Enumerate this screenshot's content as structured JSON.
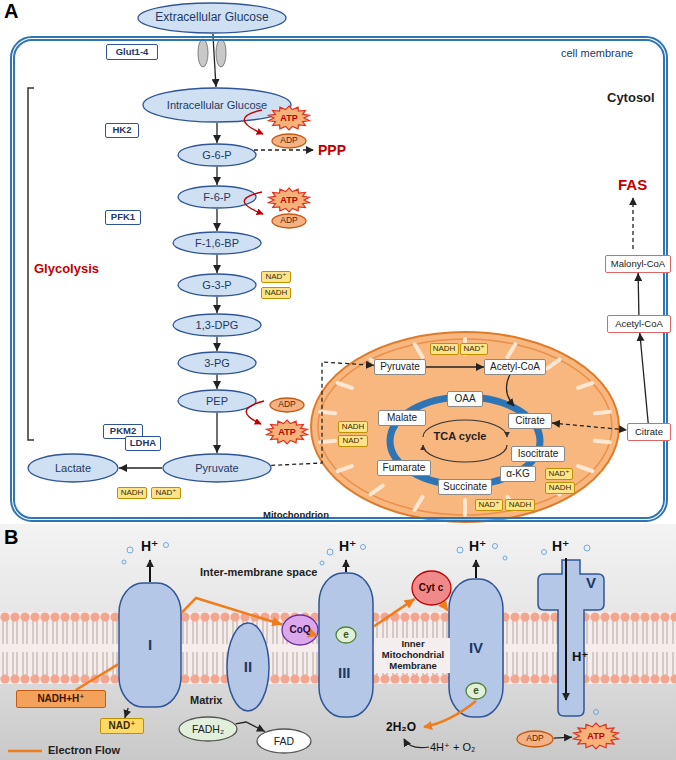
{
  "diagram": {
    "nodes": [
      {
        "text": [
          "Extracellular Glucose"
        ]
      },
      {
        "text": [
          "Glut1-4"
        ]
      },
      {
        "text": [
          "cell membrane",
          "Cytosol"
        ]
      },
      {
        "text": [
          "Intracellular Glucose"
        ],
        "in": 2
      },
      {
        "text": [
          "HK2"
        ],
        "in": 2
      },
      {
        "text": [
          "ATP"
        ],
        "in": 2
      },
      {
        "text": [
          "ADP"
        ],
        "in": 2
      },
      {
        "text": [
          "G-6-P"
        ],
        "in": 2
      },
      {
        "text": [
          "PFK1"
        ],
        "in": 2
      },
      {
        "text": [
          "F-6-P"
        ],
        "in": 2
      },
      {
        "text": [
          "ATP"
        ],
        "in": 2
      },
      {
        "text": [
          "ADP"
        ],
        "in": 2
      },
      {
        "text": [
          "F-1,6-BP"
        ],
        "in": 2
      },
      {
        "text": [
          "G-3-P"
        ],
        "in": 2
      },
      {
        "text": [
          "NAD⁺"
        ],
        "in": 2
      },
      {
        "text": [
          "NADH"
        ],
        "in": 2
      },
      {
        "text": [
          "1,3-DPG"
        ],
        "in": 2
      },
      {
        "text": [
          "3-PG"
        ],
        "in": 2
      },
      {
        "text": [
          "PEP"
        ],
        "in": 2
      },
      {
        "text": [
          "PKM2"
        ],
        "in": 2
      },
      {
        "text": [
          "ADP"
        ],
        "in": 2
      },
      {
        "text": [
          "ATP"
        ],
        "in": 2
      },
      {
        "text": [
          "LDHA"
        ],
        "in": 2
      },
      {
        "text": [
          "Lactate"
        ],
        "in": 2
      },
      {
        "text": [
          "Pyruvate"
        ],
        "in": 2
      },
      {
        "text": [
          "NADH"
        ],
        "in": 2
      },
      {
        "text": [
          "NAD⁺"
        ],
        "in": 2
      },
      {
        "text": [
          "Mitochondrion"
        ],
        "in": 2
      },
      {
        "text": [
          "Pyruvate"
        ],
        "in": 27
      },
      {
        "text": [
          "NADH"
        ],
        "in": 27
      },
      {
        "text": [
          "NAD⁺"
        ],
        "in": 27
      },
      {
        "text": [
          "Acetyl-CoA"
        ],
        "in": 27
      },
      {
        "text": [
          "OAA"
        ],
        "in": 27
      },
      {
        "text": [
          "Citrate"
        ],
        "in": 27
      },
      {
        "text": [
          "Isocitrate"
        ],
        "in": 27
      },
      {
        "text": [
          "α-KG"
        ],
        "in": 27
      },
      {
        "text": [
          "NAD⁺"
        ],
        "in": 27
      },
      {
        "text": [
          "NADH"
        ],
        "in": 27
      },
      {
        "text": [
          "Succinate"
        ],
        "in": 27
      },
      {
        "text": [
          "NAD⁺"
        ],
        "in": 27
      },
      {
        "text": [
          "NADH"
        ],
        "in": 27
      },
      {
        "text": [
          "Fumarate"
        ],
        "in": 27
      },
      {
        "text": [
          "Malate"
        ],
        "in": 27
      },
      {
        "text": [
          "NADH"
        ],
        "in": 27
      },
      {
        "text": [
          "NAD⁺"
        ],
        "in": 27
      },
      {
        "text": [
          "Citrate"
        ],
        "in": 2
      },
      {
        "text": [
          "Acetyl-CoA"
        ],
        "in": 2
      },
      {
        "text": [
          "Malonyl-CoA"
        ],
        "in": 2
      },
      {
        "text": [
          "I"
        ]
      },
      {
        "text": [
          "NADH+H⁺"
        ]
      },
      {
        "text": [
          "NAD⁺"
        ]
      },
      {
        "text": [
          "CoQ"
        ]
      },
      {
        "text": [
          "II"
        ]
      },
      {
        "text": [
          "FADH₂"
        ]
      },
      {
        "text": [
          "FAD"
        ]
      },
      {
        "text": [
          "III"
        ]
      },
      {
        "text": [
          "e"
        ],
        "in": 55
      },
      {
        "text": [
          "Cyt c"
        ]
      },
      {
        "text": [
          "IV"
        ]
      },
      {
        "text": [
          "e"
        ],
        "in": 58
      },
      {
        "text": [
          "V"
        ]
      },
      {
        "text": [
          "ADP"
        ]
      },
      {
        "text": [
          "ATP"
        ]
      }
    ],
    "edges": [
      {
        "from": 0,
        "to": 3,
        "arrow": "to"
      },
      {
        "from": 3,
        "to": 7,
        "arrow": "to"
      },
      {
        "from": 7,
        "to": 9,
        "arrow": "to"
      },
      {
        "from": 9,
        "to": 12,
        "arrow": "to"
      },
      {
        "from": 12,
        "to": 13,
        "arrow": "to"
      },
      {
        "from": 13,
        "to": 16,
        "arrow": "to"
      },
      {
        "from": 16,
        "to": 17,
        "arrow": "to"
      },
      {
        "from": 17,
        "to": 18,
        "arrow": "to"
      },
      {
        "from": 18,
        "to": 24,
        "arrow": "to"
      },
      {
        "from": 24,
        "to": 23,
        "arrow": "to"
      },
      {
        "from": 24,
        "to": 28,
        "arrow": "to"
      },
      {
        "from": 28,
        "to": 31,
        "arrow": "to"
      },
      {
        "from": 33,
        "to": 45,
        "arrow": "both"
      },
      {
        "from": 45,
        "to": 46,
        "arrow": "to"
      },
      {
        "from": 46,
        "to": 47,
        "arrow": "to"
      },
      {
        "from": 49,
        "to": 48,
        "arrow": "none"
      },
      {
        "from": 48,
        "to": 50,
        "arrow": "to"
      },
      {
        "from": 48,
        "to": 51,
        "arrow": "to"
      },
      {
        "from": 51,
        "to": 55,
        "arrow": "to"
      },
      {
        "from": 55,
        "to": 57,
        "arrow": "to"
      },
      {
        "from": 57,
        "to": 58,
        "arrow": "to"
      },
      {
        "from": 53,
        "to": 54,
        "arrow": "to"
      },
      {
        "from": 61,
        "to": 62,
        "arrow": "to"
      }
    ],
    "labels": [
      "A",
      "Glycolysis",
      "PPP",
      "FAS",
      "TCA cycle",
      "B",
      "H⁺",
      "H⁺",
      "H⁺",
      "H⁺",
      "H⁺",
      "Inter-membrane space",
      "Matrix",
      "Inner Mitochondrial Membrane",
      "2H₂O",
      "4H⁺ + O₂"
    ],
    "legend": [
      {
        "text": "Electron Flow"
      }
    ]
  }
}
